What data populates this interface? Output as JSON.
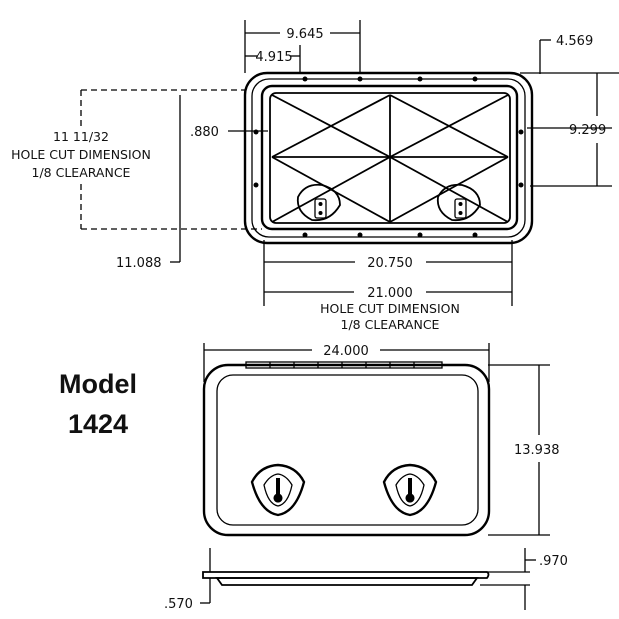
{
  "model": {
    "line1": "Model",
    "line2": "1424"
  },
  "top_view": {
    "dim_9645": "9.645",
    "dim_4915": "4.915",
    "dim_4569": "4.569",
    "dim_9299": "9.299",
    "dim_880": ".880",
    "dim_11088": "11.088",
    "dim_20750": "20.750",
    "dim_21000": "21.000",
    "left_hole_line1": "11  11/32",
    "left_hole_line2": "HOLE CUT DIMENSION",
    "left_hole_line3": "1/8  CLEARANCE",
    "bottom_hole_line1": "HOLE CUT DIMENSION",
    "bottom_hole_line2": "1/8  CLEARANCE"
  },
  "front_view": {
    "dim_24000": "24.000",
    "dim_13938": "13.938"
  },
  "side_view": {
    "dim_970": ".970",
    "dim_570": ".570"
  }
}
